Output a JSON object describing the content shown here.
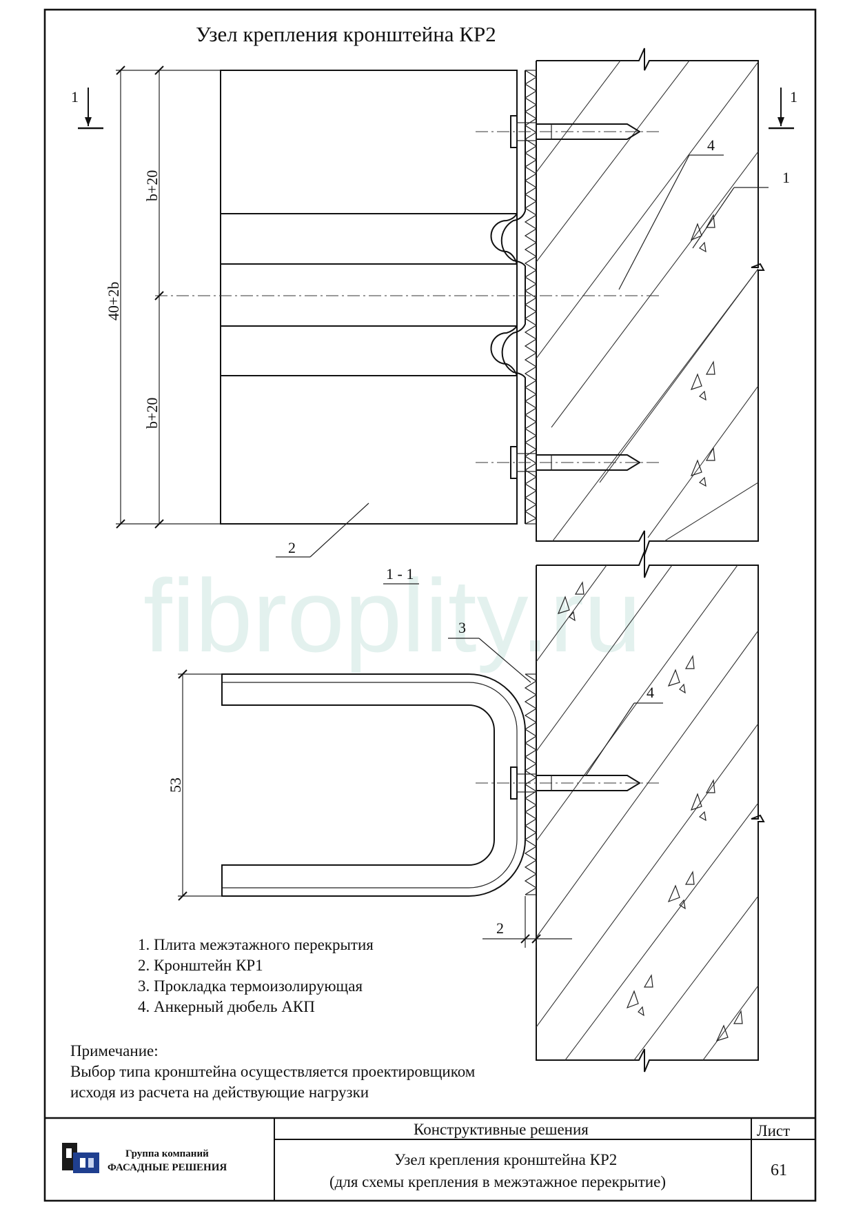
{
  "drawing": {
    "title": "Узел крепления кронштейна КР2",
    "watermark": "fibroplity.ru",
    "section_label": "1 - 1",
    "section_marker": "1",
    "dimensions": {
      "total_height": "40+2b",
      "upper_segment": "b+20",
      "lower_segment": "b+20",
      "bracket_depth": "53",
      "gasket_thickness": "2"
    },
    "callouts": {
      "slab": "1",
      "bracket": "2",
      "gasket": "3",
      "anchor_top": "4",
      "anchor_section": "4"
    }
  },
  "legend": [
    "1. Плита межэтажного перекрытия",
    "2. Кронштейн КР1",
    "3. Прокладка термоизолирующая",
    "4. Анкерный дюбель АКП"
  ],
  "note": {
    "title": "Примечание:",
    "line1": "Выбор типа кронштейна осуществляется проектировщиком",
    "line2": "исходя из расчета на действующие нагрузки"
  },
  "title_block": {
    "company_line1": "Группа компаний",
    "company_line2": "ФАСАДНЫЕ РЕШЕНИЯ",
    "section": "Конструктивные решения",
    "sheet_label": "Лист",
    "sheet_number": "61",
    "title_line1": "Узел крепления кронштейна КР2",
    "title_line2": "(для схемы крепления в межэтажное перекрытие)",
    "colors": {
      "logo_dark": "#1a1a1a",
      "logo_blue": "#1f3f8f"
    }
  }
}
